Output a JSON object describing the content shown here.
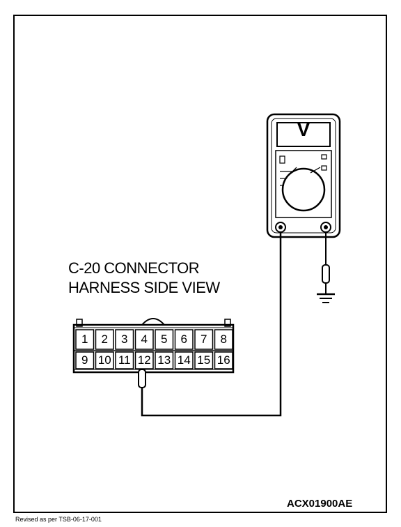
{
  "connector": {
    "title_line1": "C-20 CONNECTOR",
    "title_line2": "HARNESS SIDE VIEW",
    "top_pins": [
      "1",
      "2",
      "3",
      "4",
      "5",
      "6",
      "7",
      "8"
    ],
    "bottom_pins": [
      "9",
      "10",
      "11",
      "12",
      "13",
      "14",
      "15",
      "16"
    ],
    "probed_pin": "12"
  },
  "meter": {
    "display_symbol": "V",
    "icon": "voltmeter-icon",
    "ground_icon": "ground-icon"
  },
  "figure": {
    "code": "ACX01900AE",
    "revision_note": "Revised as per TSB-06-17-001"
  }
}
